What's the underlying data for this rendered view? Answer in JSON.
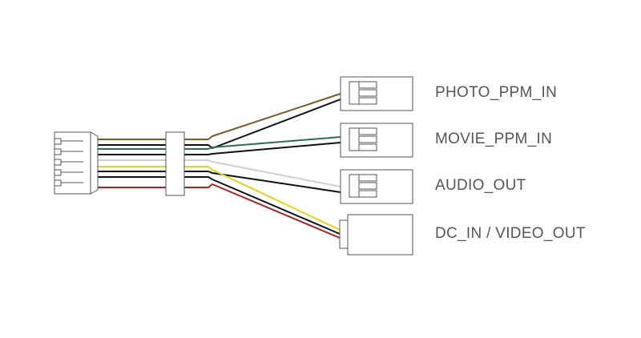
{
  "connectors": [
    {
      "label": "PHOTO_PPM_IN",
      "wires": [
        {
          "color": "#7a5a2a"
        },
        {
          "color": "#111111"
        }
      ]
    },
    {
      "label": "MOVIE_PPM_IN",
      "wires": [
        {
          "color": "#2e6e50"
        },
        {
          "color": "#111111"
        }
      ]
    },
    {
      "label": "AUDIO_OUT",
      "wires": [
        {
          "color": "#cfcfcf"
        },
        {
          "color": "#111111"
        }
      ]
    },
    {
      "label": "DC_IN / VIDEO_OUT",
      "wires": [
        {
          "color": "#e6d21a"
        },
        {
          "color": "#111111"
        },
        {
          "color": "#b02020"
        }
      ]
    }
  ]
}
